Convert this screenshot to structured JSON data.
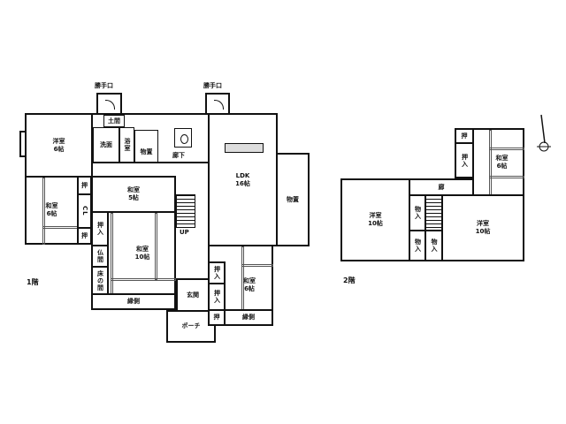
{
  "floor1": {
    "label": "1階",
    "back_door_left": "勝手口",
    "back_door_right": "勝手口",
    "doma": "土間",
    "senmen": "洗面",
    "bath": "浴室",
    "storage_small": "物置",
    "hallway": "廊下",
    "western_room": {
      "name": "洋室",
      "size": "6帖"
    },
    "japanese_left": {
      "name": "和室",
      "size": "6帖"
    },
    "japanese_5": {
      "name": "和室",
      "size": "5帖"
    },
    "japanese_10": {
      "name": "和室",
      "size": "10帖"
    },
    "japanese_right": {
      "name": "和室",
      "size": "6帖"
    },
    "ldk": {
      "name": "LDK",
      "size": "16帖"
    },
    "storeroom": "物置",
    "closet_short": "押",
    "closet_cl": "CL",
    "oshiire": "押入",
    "butsuma": "仏間",
    "tokonoma": "床の間",
    "engawa": "縁側",
    "engawa_right": "縁側",
    "genkan": "玄関",
    "porch": "ポーチ",
    "stairs_up": "UP"
  },
  "floor2": {
    "label": "2階",
    "closet_short": "押",
    "oshiire": "押入",
    "japanese": {
      "name": "和室",
      "size": "6帖"
    },
    "hall": "廊",
    "western_left": {
      "name": "洋室",
      "size": "10帖"
    },
    "western_right": {
      "name": "洋室",
      "size": "10帖"
    },
    "mono_ire": "物入"
  }
}
